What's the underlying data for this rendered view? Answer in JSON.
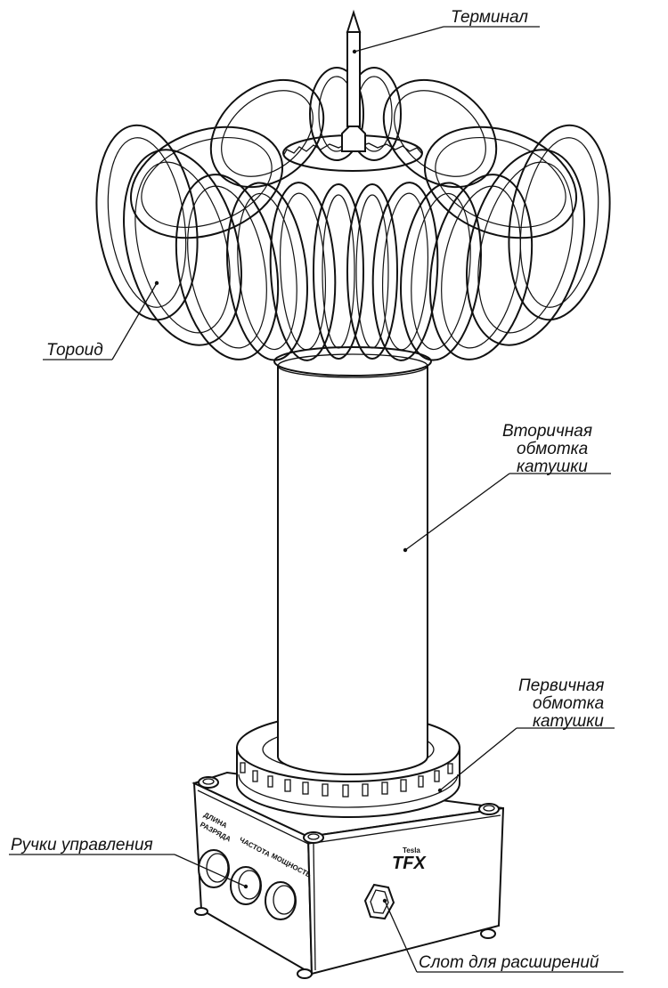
{
  "labels": {
    "terminal": "Терминал",
    "toroid": "Тороид",
    "secondary_line1": "Вторичная",
    "secondary_line2": "обмотка",
    "secondary_line3": "катушки",
    "primary_line1": "Первичная",
    "primary_line2": "обмотка",
    "primary_line3": "катушки",
    "control_knobs": "Ручки управления",
    "expansion_slot": "Слот для расширений"
  },
  "panel": {
    "knob1_line1": "ДЛИНА",
    "knob1_line2": "РАЗРЯДА",
    "knob2": "ЧАСТОТА",
    "knob3": "МОЩНОСТЬ"
  },
  "logo": {
    "text": "TFX",
    "small_text": "Tesla"
  }
}
